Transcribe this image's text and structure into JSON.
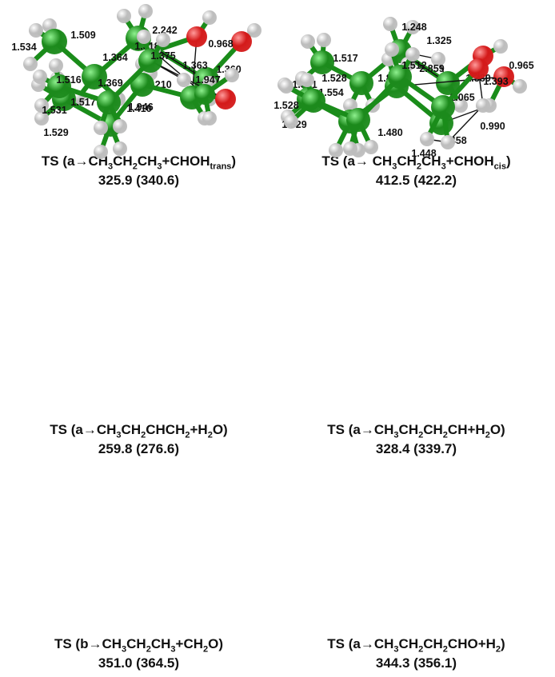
{
  "colors": {
    "carbon": "#1c8a1c",
    "oxygen": "#d41a1a",
    "hydrogen": "#e4e4e4",
    "bond": "#1a8c1a",
    "ts_line": "#111111"
  },
  "panels": [
    {
      "id": "ts1",
      "caption": [
        {
          "t": "TS (a→CH"
        },
        {
          "t": "3",
          "sub": true
        },
        {
          "t": "CH"
        },
        {
          "t": "2",
          "sub": true
        },
        {
          "t": "CH"
        },
        {
          "t": "3",
          "sub": true
        },
        {
          "t": "+CHOH"
        },
        {
          "t": "trans",
          "sub": true
        },
        {
          "t": ")"
        }
      ],
      "energy": "325.9 (340.6)",
      "labels": [
        "1.509",
        "2.242",
        "1.534",
        "1.364",
        "1.360",
        "1.210"
      ]
    },
    {
      "id": "ts2",
      "caption": [
        {
          "t": "TS (a→ CH"
        },
        {
          "t": "3",
          "sub": true
        },
        {
          "t": "CH"
        },
        {
          "t": "2",
          "sub": true
        },
        {
          "t": "CH"
        },
        {
          "t": "3",
          "sub": true
        },
        {
          "t": "+CHOH"
        },
        {
          "t": "cis",
          "sub": true
        },
        {
          "t": ")"
        }
      ],
      "energy": "412.5 (422.2)",
      "labels": [
        "1.248",
        "1.325",
        "1.517",
        "1.891",
        "1.531",
        "1.389"
      ]
    },
    {
      "id": "ts3",
      "caption": [
        {
          "t": "TS (a→CH"
        },
        {
          "t": "3",
          "sub": true
        },
        {
          "t": "CH"
        },
        {
          "t": "2",
          "sub": true
        },
        {
          "t": "CHCH"
        },
        {
          "t": "2",
          "sub": true
        },
        {
          "t": "+H"
        },
        {
          "t": "2",
          "sub": true
        },
        {
          "t": "O)"
        }
      ],
      "energy": "259.8 (276.6)",
      "labels": [
        "0.968",
        "1.318",
        "1.369",
        "1.947",
        "1.517",
        "1.410",
        "1.529"
      ]
    },
    {
      "id": "ts4",
      "caption": [
        {
          "t": "TS (a→CH"
        },
        {
          "t": "3",
          "sub": true
        },
        {
          "t": "CH"
        },
        {
          "t": "2",
          "sub": true
        },
        {
          "t": "CH"
        },
        {
          "t": "2",
          "sub": true
        },
        {
          "t": "CH+H"
        },
        {
          "t": "2",
          "sub": true
        },
        {
          "t": "O)"
        }
      ],
      "energy": "328.4 (339.7)",
      "labels": [
        "2.859",
        "0.965",
        "1.554",
        "1.065",
        "1.529",
        "1.480",
        "1.458"
      ]
    },
    {
      "id": "ts5",
      "caption": [
        {
          "t": "TS (b→CH"
        },
        {
          "t": "3",
          "sub": true
        },
        {
          "t": "CH"
        },
        {
          "t": "2",
          "sub": true
        },
        {
          "t": "CH"
        },
        {
          "t": "3",
          "sub": true
        },
        {
          "t": "+CH"
        },
        {
          "t": "2",
          "sub": true
        },
        {
          "t": "O)"
        }
      ],
      "energy": "351.0 (364.5)",
      "labels": [
        "1.375",
        "1.363",
        "1.516",
        "1.946",
        "1.531"
      ]
    },
    {
      "id": "ts6",
      "caption": [
        {
          "t": "TS (a→CH"
        },
        {
          "t": "3",
          "sub": true
        },
        {
          "t": "CH"
        },
        {
          "t": "2",
          "sub": true
        },
        {
          "t": "CH"
        },
        {
          "t": "2",
          "sub": true
        },
        {
          "t": "CHO+H"
        },
        {
          "t": "2",
          "sub": true
        },
        {
          "t": ")"
        }
      ],
      "energy": "344.3 (356.1)",
      "labels": [
        "1.528",
        "1.512",
        "1.393",
        "1.528",
        "0.990",
        "1.448"
      ]
    }
  ]
}
